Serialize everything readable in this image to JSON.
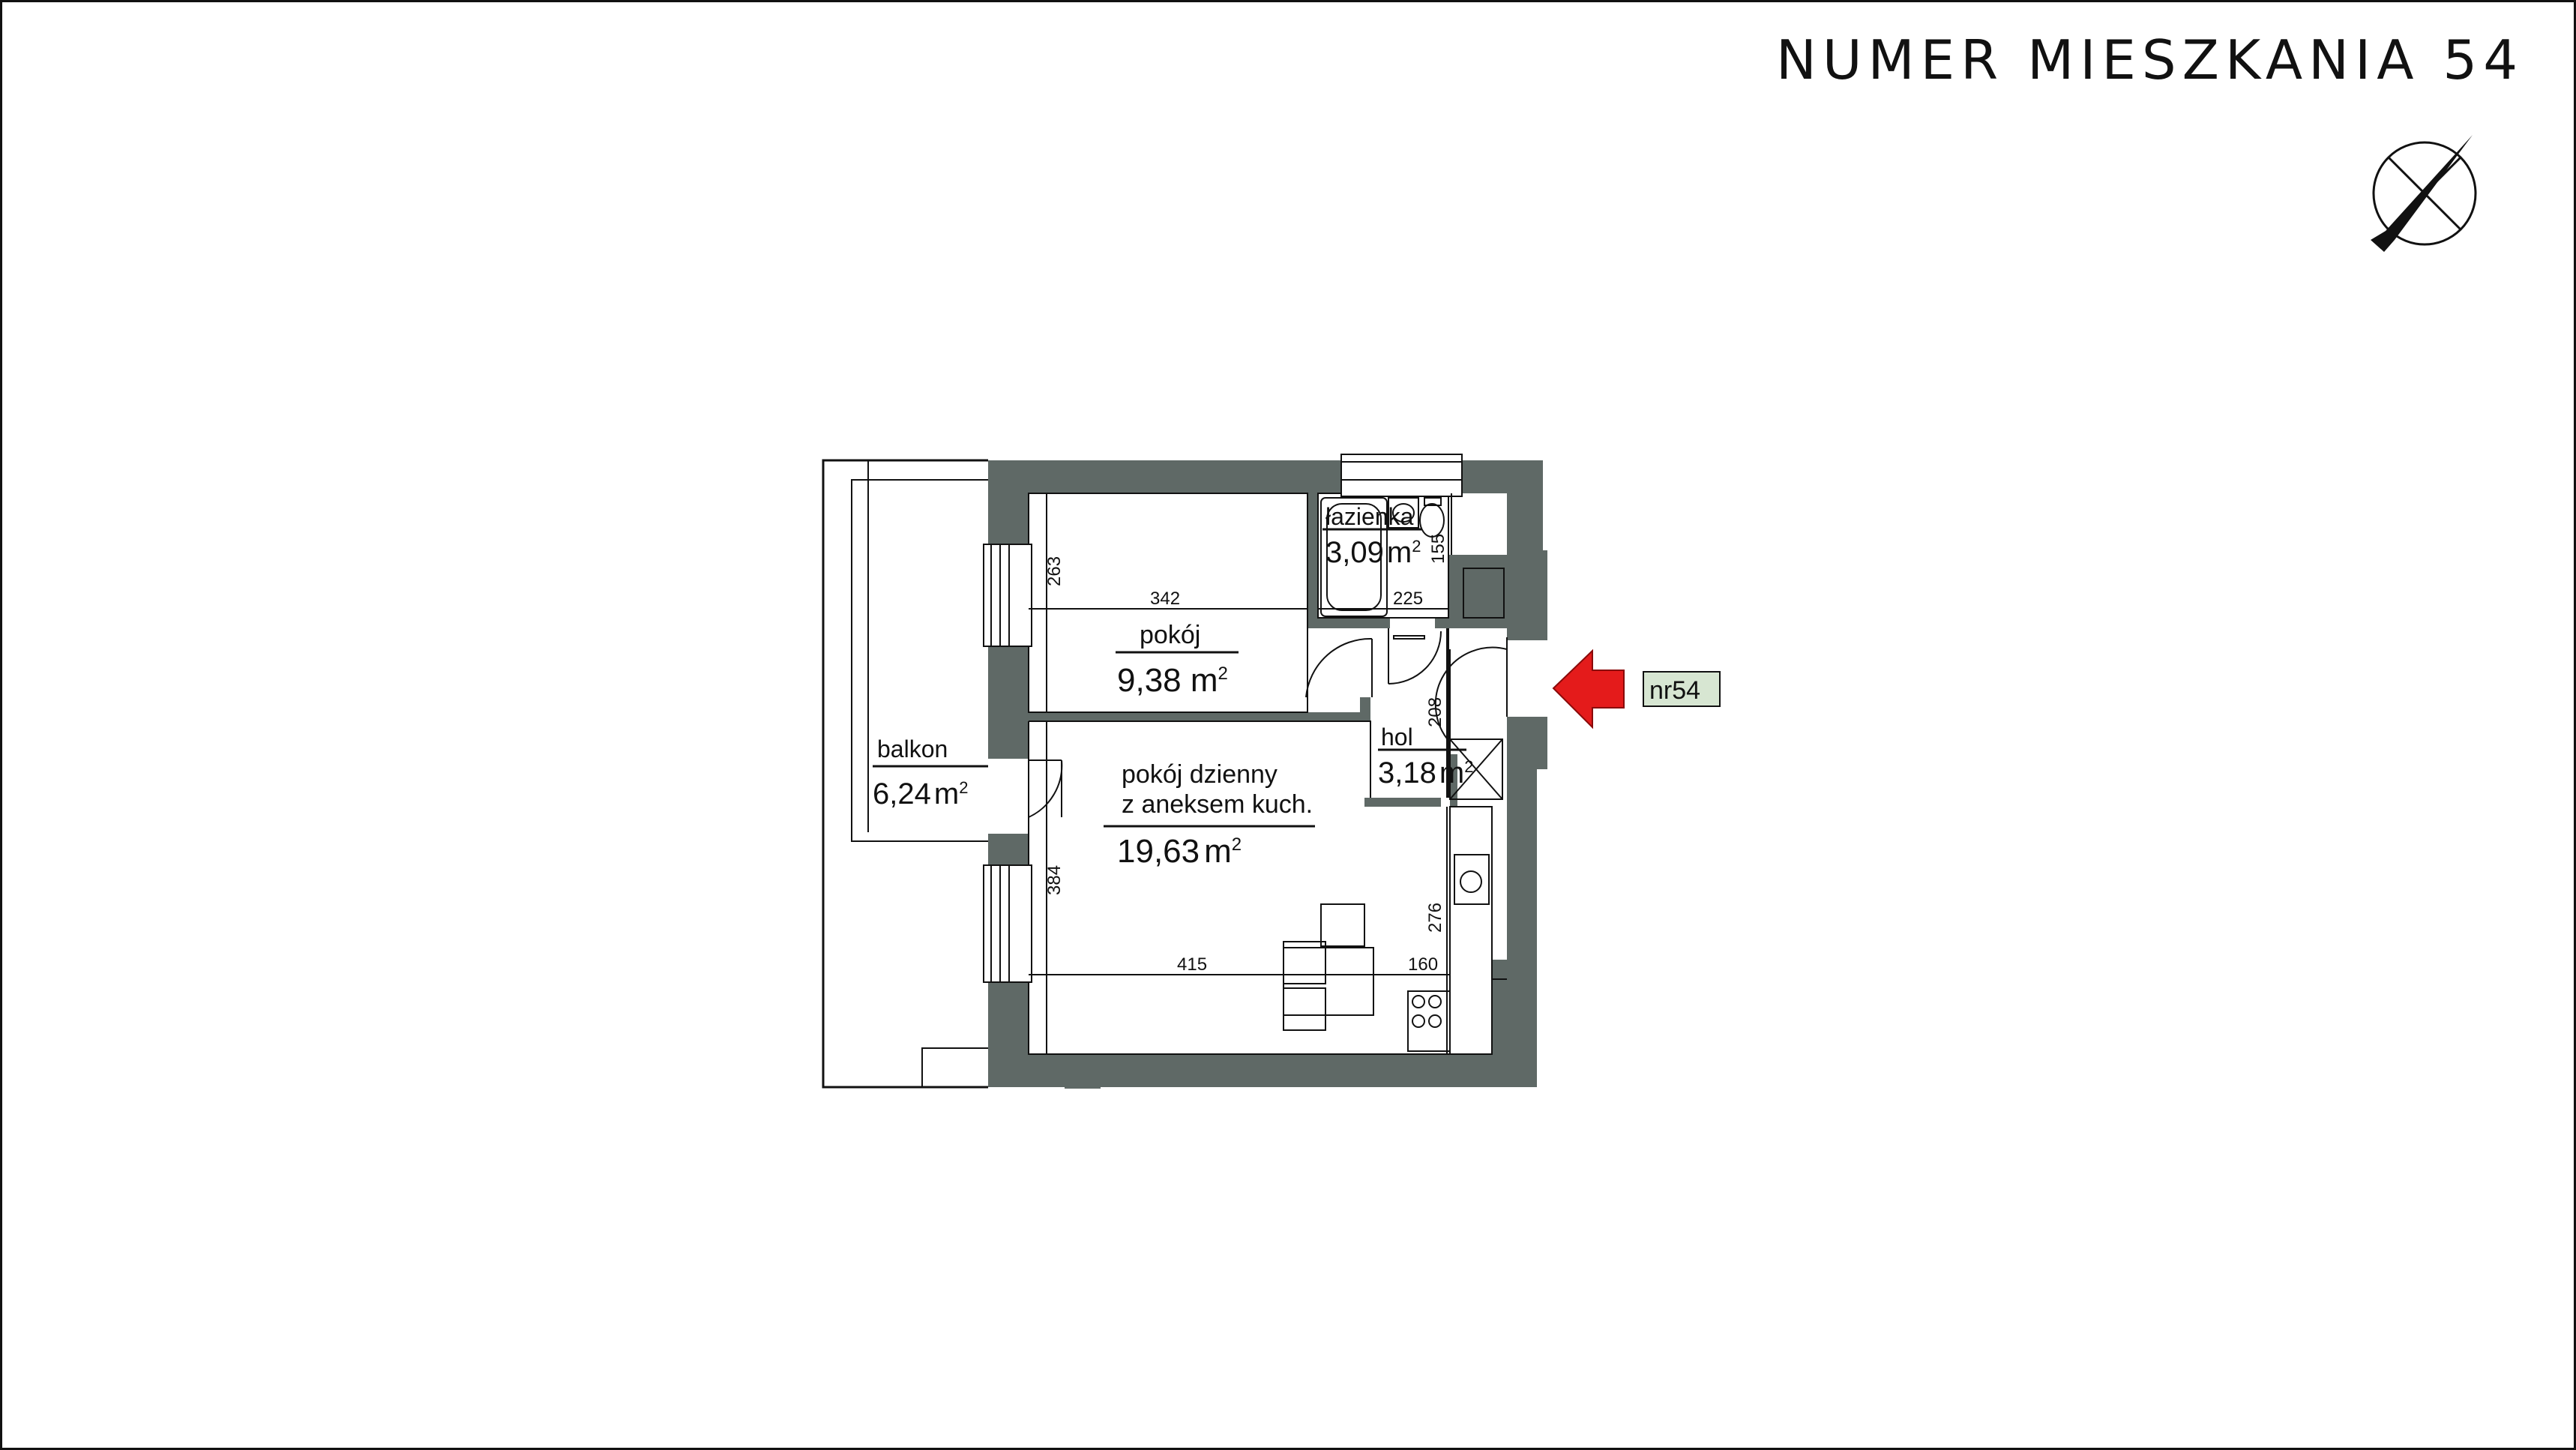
{
  "header": {
    "title": "NUMER MIESZKANIA 54"
  },
  "compass": {
    "icon": "north-arrow-icon"
  },
  "entrance": {
    "label": "nr54",
    "arrow_color": "#e41b1b",
    "tag_bg": "#d7e6d2"
  },
  "colors": {
    "wall": "#5f6966",
    "line": "#111111"
  },
  "rooms": {
    "pokoj": {
      "name": "pokój",
      "area_value": "9,38",
      "area_unit": "m",
      "sup": "2"
    },
    "dzienny": {
      "name_line1": "pokój dzienny",
      "name_line2": "z aneksem kuch.",
      "area_value": "19,63",
      "area_unit": "m",
      "sup": "2"
    },
    "lazienka": {
      "name": "łazienka",
      "area_value": "3,09",
      "area_unit": "m",
      "sup": "2"
    },
    "hol": {
      "name": "hol",
      "area_value": "3,18",
      "area_unit": "m",
      "sup": "2"
    },
    "balkon": {
      "name": "balkon",
      "area_value": "6,24",
      "area_unit": "m",
      "sup": "2"
    }
  },
  "dimensions": {
    "d263": "263",
    "d342": "342",
    "d225": "225",
    "d155": "155",
    "d208": "208",
    "d384": "384",
    "d415": "415",
    "d160": "160",
    "d276": "276"
  }
}
